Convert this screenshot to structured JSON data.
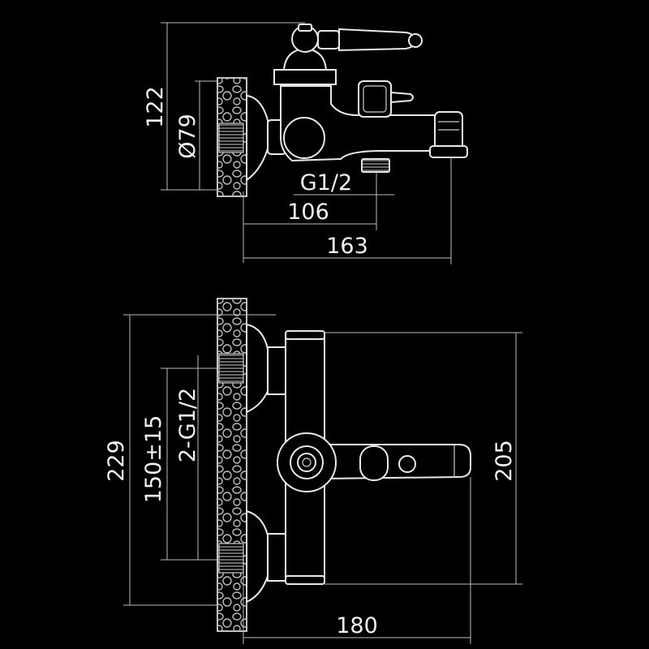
{
  "side_view": {
    "dim_height": "122",
    "dim_diameter": "Ø79",
    "dim_thread": "G1/2",
    "dim_spout_center": "106",
    "dim_total_depth": "163"
  },
  "front_view": {
    "dim_total_height": "229",
    "dim_center_distance": "150±15",
    "dim_connections": "2-G1/2",
    "dim_body_height": "205",
    "dim_total_width": "180"
  },
  "colors": {
    "background": "#000000",
    "line": "#e8e8e8"
  }
}
